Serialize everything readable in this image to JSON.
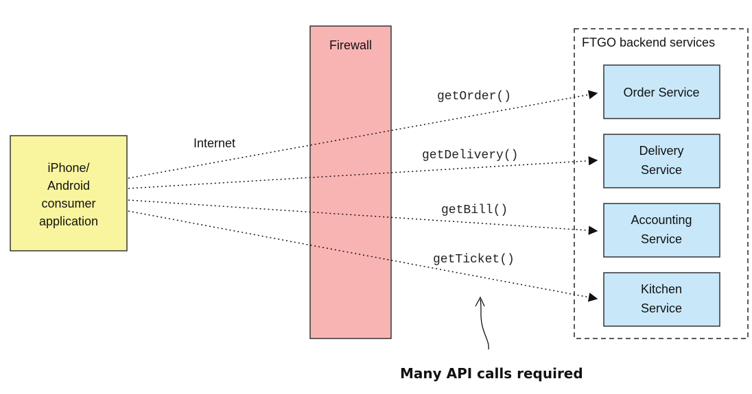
{
  "client": {
    "lines": [
      "iPhone/",
      "Android",
      "consumer",
      "application"
    ],
    "fill": "#f9f59f"
  },
  "network": {
    "label": "Internet"
  },
  "firewall": {
    "label": "Firewall",
    "fill": "#f8b4b3"
  },
  "backend": {
    "title": "FTGO backend services",
    "service_fill": "#c8e8fa",
    "services": [
      {
        "lines": [
          "Order Service"
        ]
      },
      {
        "lines": [
          "Delivery",
          "Service"
        ]
      },
      {
        "lines": [
          "Accounting",
          "Service"
        ]
      },
      {
        "lines": [
          "Kitchen",
          "Service"
        ]
      }
    ]
  },
  "calls": [
    "getOrder()",
    "getDelivery()",
    "getBill()",
    "getTicket()"
  ],
  "note": "Many API calls required"
}
